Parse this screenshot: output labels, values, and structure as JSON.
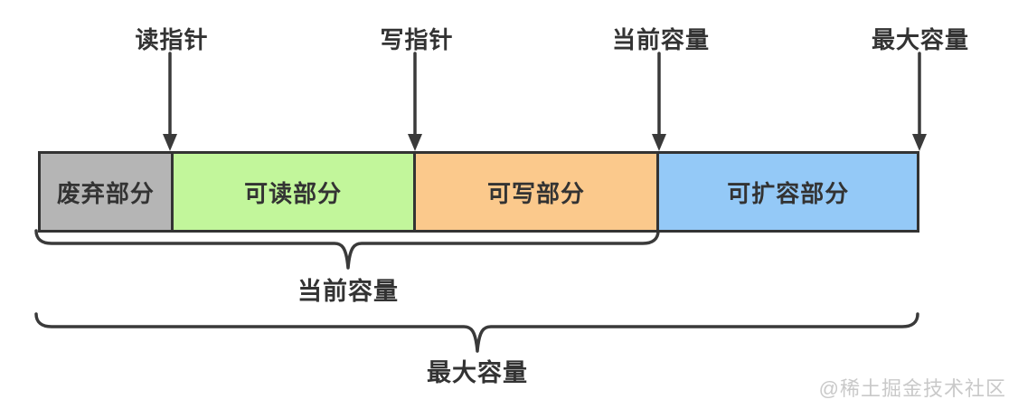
{
  "diagram": {
    "top_pointers": [
      {
        "label": "读指针"
      },
      {
        "label": "写指针"
      },
      {
        "label": "当前容量"
      },
      {
        "label": "最大容量"
      }
    ],
    "bar_segments": [
      {
        "label": "废弃部分",
        "color": "#b5b5b5"
      },
      {
        "label": "可读部分",
        "color": "#c2f69b"
      },
      {
        "label": "可写部分",
        "color": "#fbc98c"
      },
      {
        "label": "可扩容部分",
        "color": "#94c9f7"
      }
    ],
    "braces": [
      {
        "label": "当前容量"
      },
      {
        "label": "最大容量"
      }
    ],
    "watermark": "@稀土掘金技术社区",
    "colors": {
      "line": "#3a3a3a",
      "border": "#333333",
      "text": "#333333",
      "watermark_text": "#c9c9c9"
    }
  }
}
